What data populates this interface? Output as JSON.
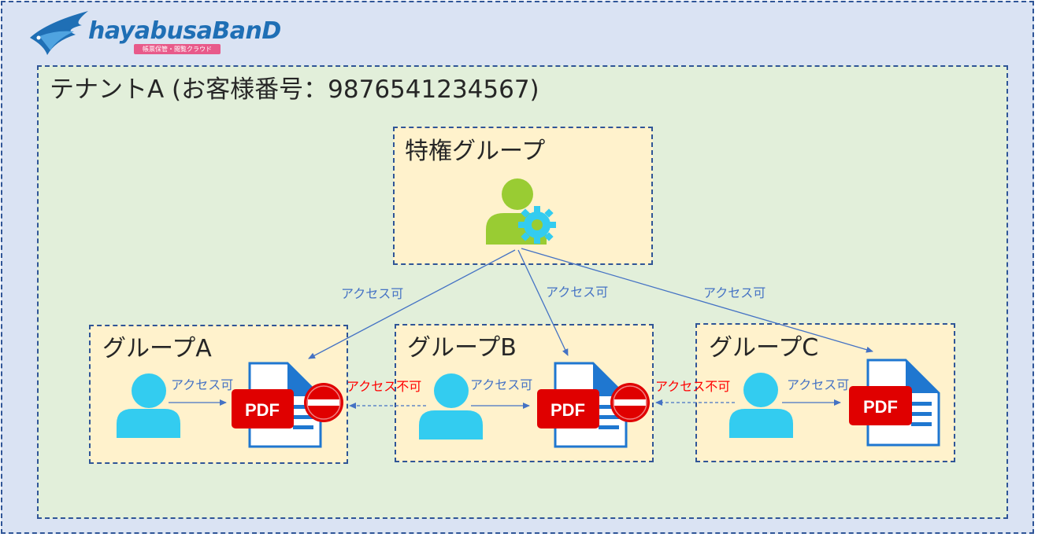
{
  "logo": {
    "name": "hayabusaBanD",
    "tagline": "帳票保管・閲覧クラウド"
  },
  "tenant": {
    "title": "テナントA (お客様番号：9876541234567)"
  },
  "privileged_group": {
    "title": "特権グループ"
  },
  "groups": [
    {
      "title": "グループA",
      "access_label": "アクセス可",
      "document": "PDF"
    },
    {
      "title": "グループB",
      "access_label": "アクセス可",
      "document": "PDF"
    },
    {
      "title": "グループC",
      "access_label": "アクセス可",
      "document": "PDF"
    }
  ],
  "privileged_links": [
    {
      "label": "アクセス可"
    },
    {
      "label": "アクセス可"
    },
    {
      "label": "アクセス可"
    }
  ],
  "denied_links": [
    {
      "label": "アクセス不可"
    },
    {
      "label": "アクセス不可"
    }
  ],
  "colors": {
    "outer_bg": "#dae3f3",
    "tenant_bg": "#e2efda",
    "group_bg": "#fff2cc",
    "border": "#2f5597",
    "allowed": "#4472c4",
    "denied": "#ff0000",
    "user_icon": "#33ccf0",
    "admin_icon": "#99cc33",
    "pdf_badge": "#e00000",
    "doc_blue": "#1f77d0"
  }
}
